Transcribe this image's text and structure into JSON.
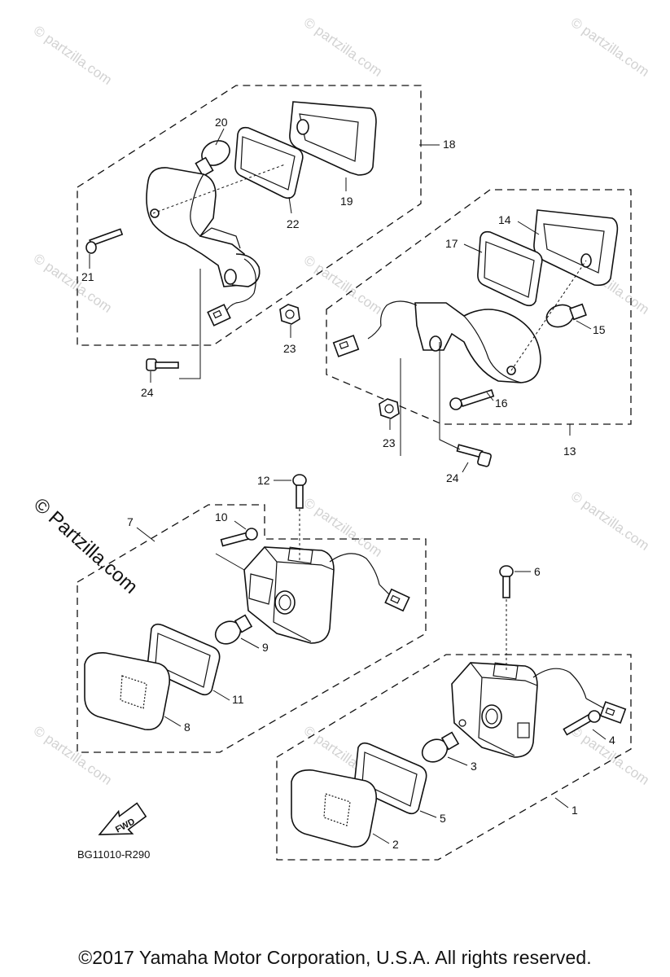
{
  "watermark": {
    "text": "© partzilla.com",
    "prominent_text": "© Partzilla.com"
  },
  "callouts": {
    "n1": "1",
    "n2": "2",
    "n3": "3",
    "n4": "4",
    "n5": "5",
    "n6": "6",
    "n7": "7",
    "n8": "8",
    "n9": "9",
    "n10": "10",
    "n11": "11",
    "n12": "12",
    "n13": "13",
    "n14": "14",
    "n15": "15",
    "n16": "16",
    "n17": "17",
    "n18": "18",
    "n19": "19",
    "n20": "20",
    "n21": "21",
    "n22": "22",
    "n23a": "23",
    "n23b": "23",
    "n24a": "24",
    "n24b": "24"
  },
  "fwd_label": "FWD",
  "diagram_code": "BG11010-R290",
  "copyright": "©2017  Yamaha Motor Corporation, U.S.A. All rights reserved."
}
